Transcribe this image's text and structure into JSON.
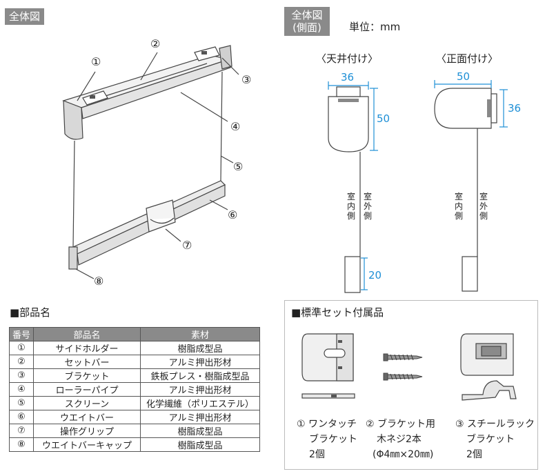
{
  "labels": {
    "overall": "全体図",
    "side_view_l1": "全体図",
    "side_view_l2": "(側面)",
    "unit": "単位：mm",
    "ceiling_mount": "〈天井付け〉",
    "front_mount": "〈正面付け〉",
    "parts_heading": "■部品名",
    "accessories_heading": "■標準セット付属品"
  },
  "callouts": [
    "①",
    "②",
    "③",
    "④",
    "⑤",
    "⑥",
    "⑦",
    "⑧"
  ],
  "dimensions": {
    "ceiling_width": "36",
    "ceiling_height": "50",
    "ceiling_grip": "20",
    "front_width": "50",
    "front_height": "36"
  },
  "cord_labels": {
    "indoor": [
      "室",
      "内",
      "側"
    ],
    "outdoor": [
      "室",
      "外",
      "側"
    ]
  },
  "parts_table": {
    "headers": [
      "番号",
      "部品名",
      "素材"
    ],
    "rows": [
      [
        "①",
        "サイドホルダー",
        "樹脂成型品"
      ],
      [
        "②",
        "セットバー",
        "アルミ押出形材"
      ],
      [
        "③",
        "ブラケット",
        "鉄板プレス・樹脂成型品"
      ],
      [
        "④",
        "ローラーパイプ",
        "アルミ押出形材"
      ],
      [
        "⑤",
        "スクリーン",
        "化学繊維（ポリエステル）"
      ],
      [
        "⑥",
        "ウエイトバー",
        "アルミ押出形材"
      ],
      [
        "⑦",
        "操作グリップ",
        "樹脂成型品"
      ],
      [
        "⑧",
        "ウエイトバーキャップ",
        "樹脂成型品"
      ]
    ]
  },
  "accessories": [
    {
      "lines": [
        "① ワンタッチ",
        "ブラケット",
        "2個"
      ]
    },
    {
      "lines": [
        "② ブラケット用",
        "木ネジ2本",
        "(Φ4㎜×20㎜)"
      ]
    },
    {
      "lines": [
        "③ スチールラック",
        "ブラケット",
        "2個"
      ]
    }
  ]
}
